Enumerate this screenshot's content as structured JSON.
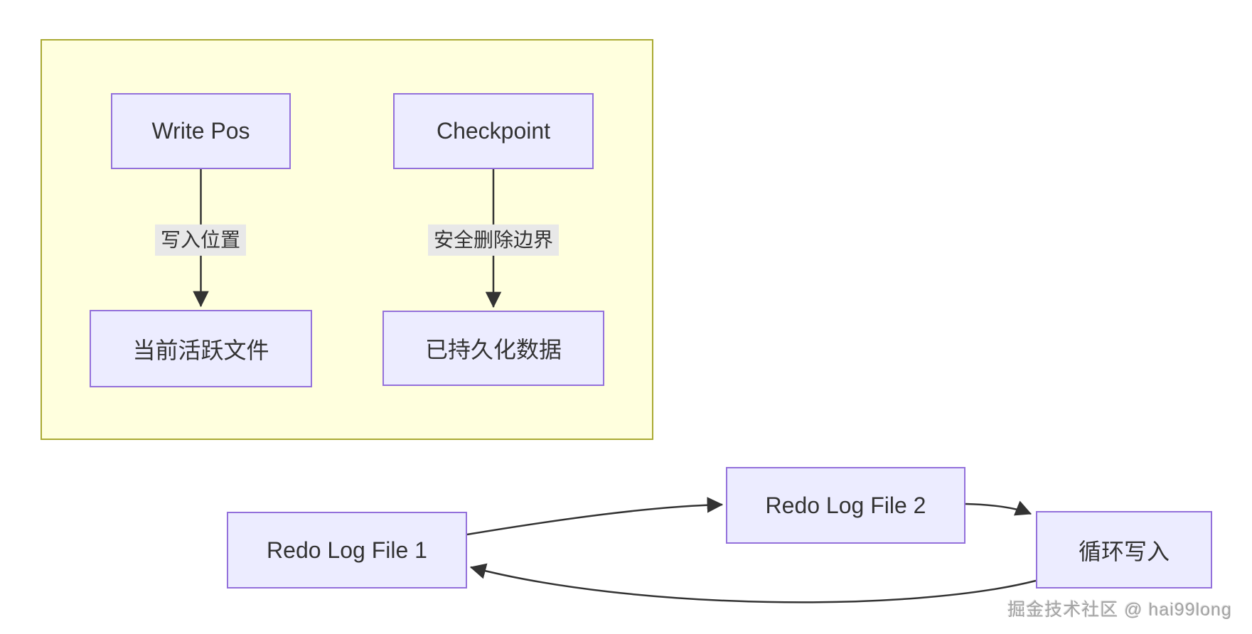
{
  "diagram": {
    "nodes": {
      "write_pos": "Write Pos",
      "checkpoint": "Checkpoint",
      "current_active_file": "当前活跃文件",
      "persisted_data": "已持久化数据",
      "redo_log_file_1": "Redo Log File 1",
      "redo_log_file_2": "Redo Log File 2",
      "circular_write": "循环写入"
    },
    "edge_labels": {
      "write_position": "写入位置",
      "safe_delete_boundary": "安全删除边界"
    },
    "edges": [
      {
        "from": "write_pos",
        "to": "current_active_file",
        "label": "写入位置"
      },
      {
        "from": "checkpoint",
        "to": "persisted_data",
        "label": "安全删除边界"
      },
      {
        "from": "redo_log_file_1",
        "to": "redo_log_file_2",
        "label": ""
      },
      {
        "from": "redo_log_file_2",
        "to": "circular_write",
        "label": ""
      },
      {
        "from": "circular_write",
        "to": "redo_log_file_1",
        "label": ""
      }
    ],
    "colors": {
      "subgraph_fill": "#FFFFDE",
      "subgraph_border": "#AAAA33",
      "node_fill": "#ECECFF",
      "node_border": "#9370DB",
      "edge_stroke": "#333333",
      "edge_label_bg": "#E8E8E8",
      "text": "#333333"
    },
    "watermark": "掘金技术社区 @ hai99long"
  }
}
